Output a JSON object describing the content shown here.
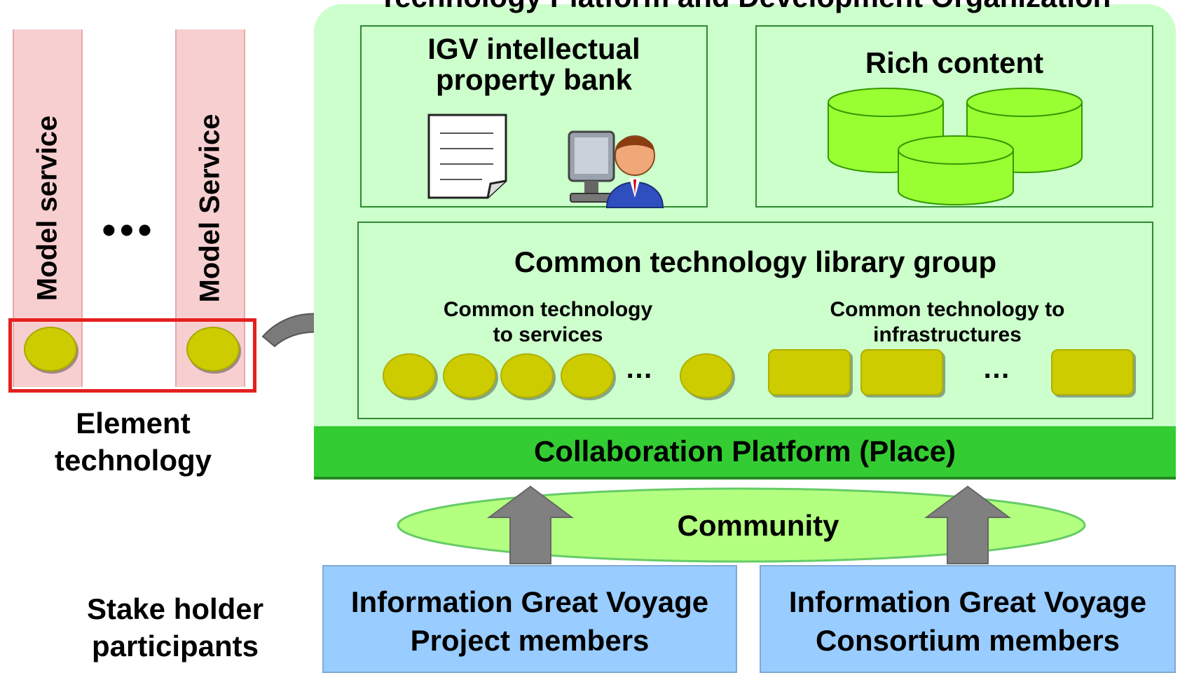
{
  "platform_title": "Technology Platform and Development Organization",
  "left": {
    "col1_label": "Model service",
    "col2_label": "Model Service",
    "ellipsis": "•••",
    "element_tech": "Element\ntechnology",
    "stakeholders": "Stake holder\nparticipants"
  },
  "ip_bank": {
    "title": "IGV intellectual\nproperty bank"
  },
  "rich_content": {
    "title": "Rich content"
  },
  "library": {
    "title": "Common technology library group",
    "services_label": "Common technology\nto services",
    "infra_label": "Common technology to\ninfrastructures",
    "ellipsis": "…"
  },
  "collab_platform": "Collaboration Platform (Place)",
  "community": "Community",
  "members": [
    {
      "text": "Information Great Voyage\nProject members"
    },
    {
      "text": "Information Great Voyage\nConsortium members"
    }
  ],
  "colors": {
    "platform_bg": "#ccffcc",
    "element_dot": "#cccc00",
    "collab_bar": "#33cc33",
    "community": "#b3ff80",
    "member_box": "#99ccff",
    "highlight_box": "#e51f1f",
    "db_cylinder": "#99ff33"
  },
  "icons": [
    "document-icon",
    "person-at-computer-icon",
    "database-cylinder-icon",
    "curved-arrow-icon",
    "up-arrow-icon"
  ]
}
